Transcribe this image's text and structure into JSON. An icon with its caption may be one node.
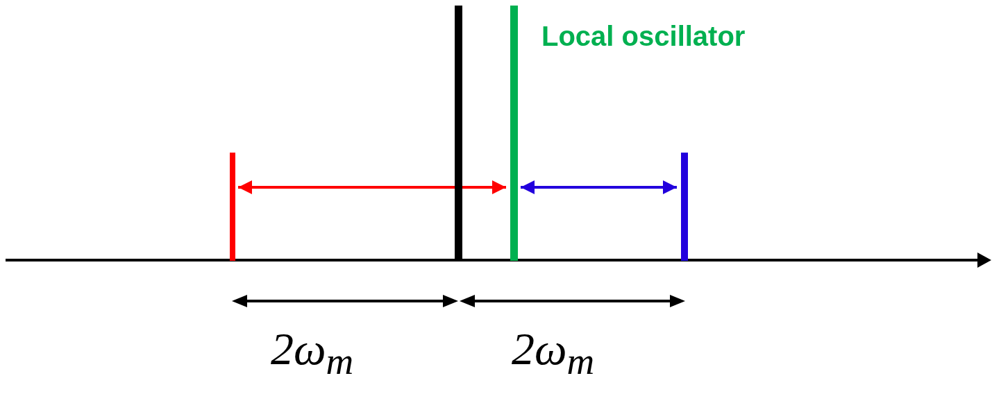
{
  "diagram": {
    "nodes": [
      {
        "text": [],
        "shape": "bar"
      },
      {
        "text": [],
        "shape": "bar"
      },
      {
        "text": [],
        "shape": "bar",
        "beside": [
          "Local oscillator"
        ]
      },
      {
        "text": [],
        "shape": "bar"
      }
    ],
    "edges": [
      {
        "from": 0,
        "to": 2,
        "arrow": "both",
        "color": "#ff0000"
      },
      {
        "from": 2,
        "to": 3,
        "arrow": "both",
        "color": "#2200dd"
      }
    ],
    "labels": [
      "2ω$_{m}$",
      "2ω$_{m}$"
    ]
  }
}
